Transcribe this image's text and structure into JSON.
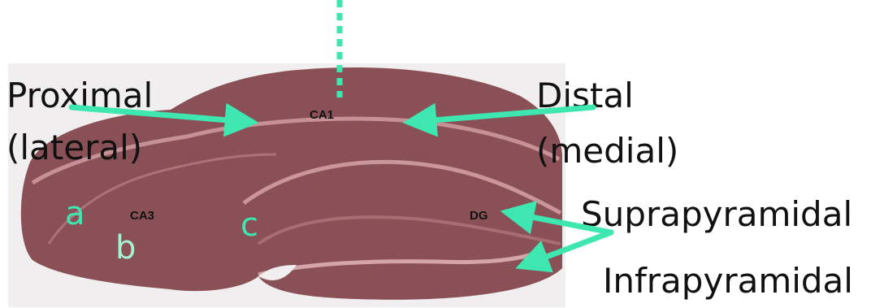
{
  "colors": {
    "accent": "#3ee6b0",
    "tissue": "#8a4f55",
    "tissue_light": "#d9a7aa",
    "panel_bg": "#f0eeee"
  },
  "labels": {
    "proximal": "Proximal",
    "lateral": "(lateral)",
    "distal": "Distal",
    "medial": "(medial)",
    "suprapyramidal": "Suprapyramidal",
    "infrapyramidal": "Infrapyramidal"
  },
  "regions": {
    "ca1": "CA1",
    "ca3": "CA3",
    "dg": "DG"
  },
  "subfields": {
    "a": "a",
    "b": "b",
    "c": "c"
  }
}
